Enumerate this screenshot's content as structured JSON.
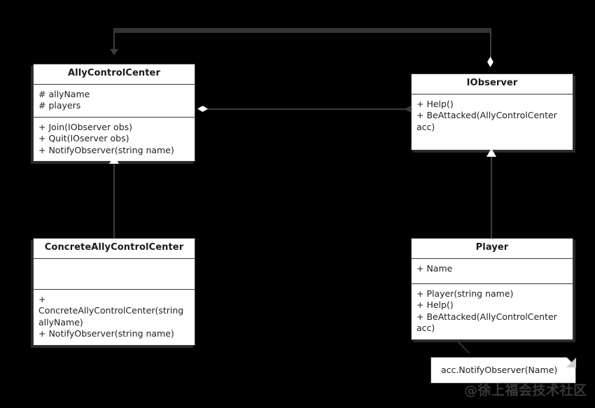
{
  "diagram": {
    "kind": "uml-class-diagram",
    "background_color": "#000000",
    "box_fill_color": "#ffffff",
    "line_color": "#3d3d3d",
    "classes": [
      {
        "id": "ally-control-center",
        "name": "AllyControlCenter",
        "attributes": [
          "# allyName",
          "# players"
        ],
        "methods": [
          "+ Join(IObserver obs)",
          "+ Quit(IOserver obs)",
          "+ NotifyObserver(string name)"
        ]
      },
      {
        "id": "iobserver",
        "name": "IObserver",
        "attributes": [],
        "methods": [
          "+ Help()",
          "+ BeAttacked(AllyControlCenter acc)"
        ]
      },
      {
        "id": "concrete-ally-control-center",
        "name": "ConcreteAllyControlCenter",
        "attributes": [],
        "methods": [
          "+ ConcreteAllyControlCenter(string allyName)",
          "+ NotifyObserver(string name)"
        ]
      },
      {
        "id": "player",
        "name": "Player",
        "attributes": [
          "+ Name"
        ],
        "methods": [
          "+ Player(string name)",
          "+ Help()",
          "+ BeAttacked(AllyControlCenter acc)"
        ]
      }
    ],
    "note": {
      "text": "acc.NotifyObserver(Name)"
    },
    "watermark": {
      "text": "@徐上福会技术社区"
    }
  }
}
